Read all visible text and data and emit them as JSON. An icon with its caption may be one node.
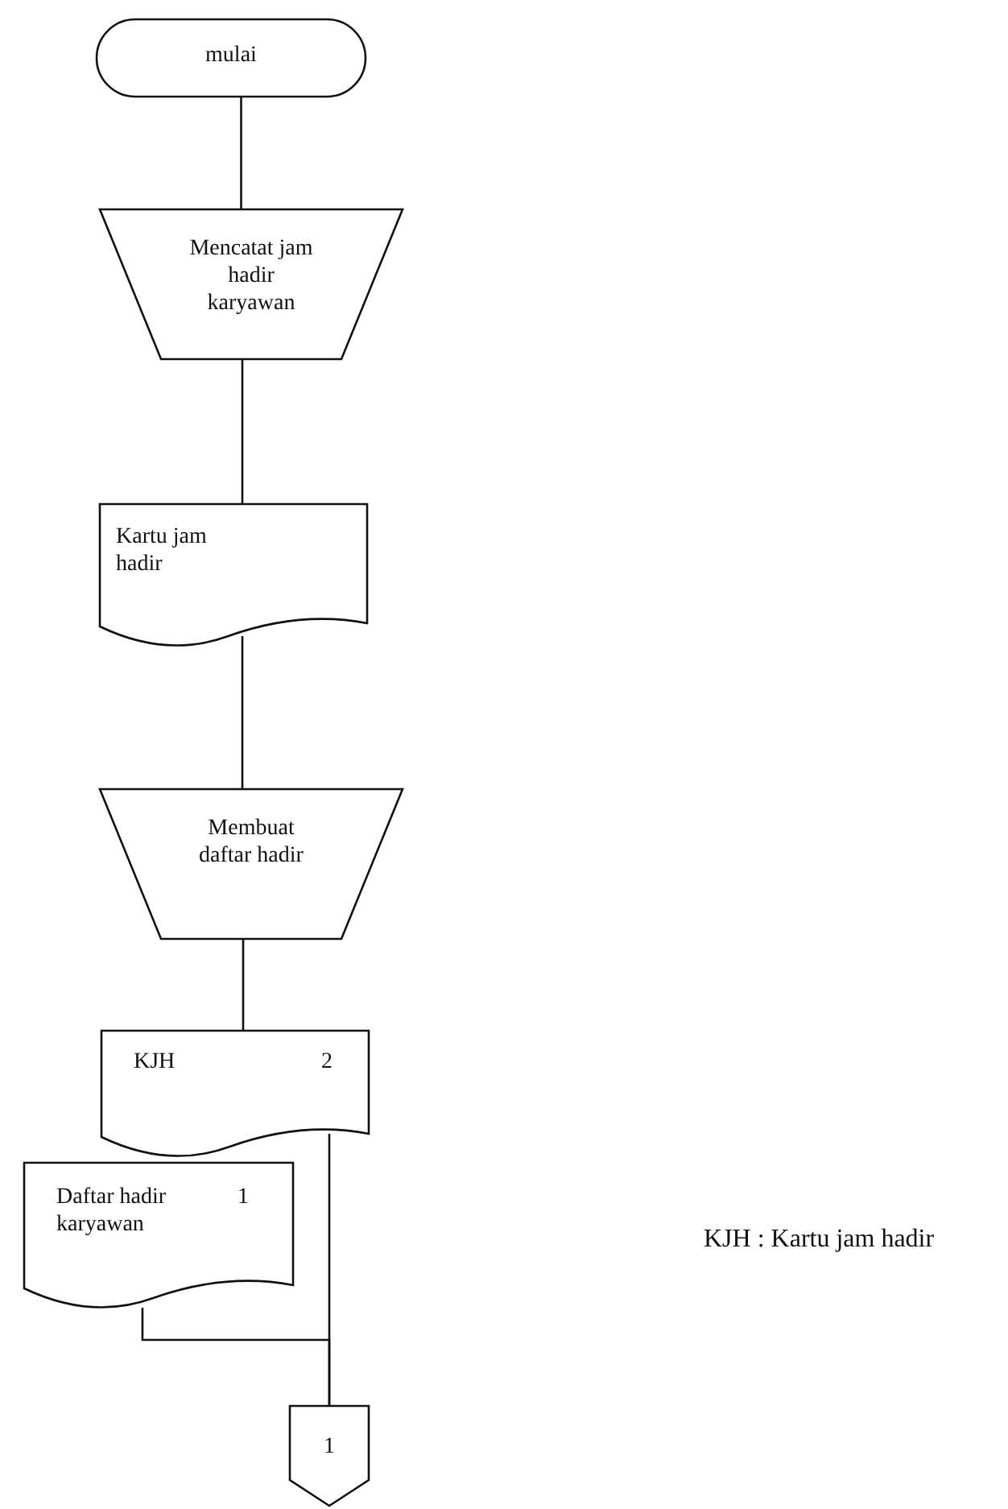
{
  "diagram": {
    "nodes": [
      {
        "text": [
          "mulai"
        ]
      },
      {
        "text": [
          "Mencatat jam hadir karyawan"
        ]
      },
      {
        "text": [
          "Kartu jam hadir"
        ]
      },
      {
        "text": [
          "Membuat daftar hadir"
        ]
      },
      {
        "text": [
          "KJH",
          "2"
        ]
      },
      {
        "text": [
          "Daftar hadir karyawan",
          "1"
        ]
      },
      {
        "text": [
          "1"
        ]
      }
    ],
    "edges": [
      {
        "from": 0,
        "to": 1,
        "arrow": "none"
      },
      {
        "from": 1,
        "to": 2,
        "arrow": "none"
      },
      {
        "from": 2,
        "to": 3,
        "arrow": "none"
      },
      {
        "from": 3,
        "to": 4,
        "arrow": "none"
      },
      {
        "from": 4,
        "to": 6,
        "arrow": "none"
      },
      {
        "from": 5,
        "to": 6,
        "arrow": "none"
      }
    ],
    "labels": [
      "KJH : Kartu jam hadir"
    ]
  }
}
